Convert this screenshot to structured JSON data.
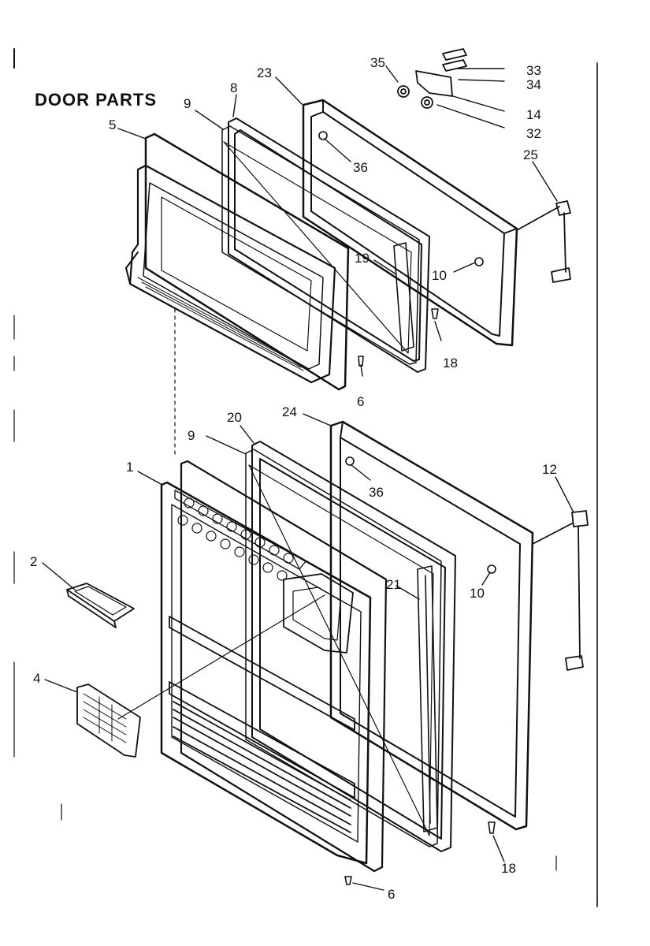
{
  "title": "DOOR PARTS",
  "colors": {
    "line": "#111111",
    "background": "#ffffff"
  },
  "callouts": {
    "c35": "35",
    "c33": "33",
    "c34": "34",
    "c14": "14",
    "c32": "32",
    "c23": "23",
    "c8": "8",
    "c9_top": "9",
    "c5": "5",
    "c36_top": "36",
    "c25": "25",
    "c10_top": "10",
    "c19": "19",
    "c18_top": "18",
    "c6_top": "6",
    "c24": "24",
    "c20": "20",
    "c9_bottom": "9",
    "c1": "1",
    "c36_bottom": "36",
    "c12": "12",
    "c2": "2",
    "c21": "21",
    "c10_bottom": "10",
    "c4": "4",
    "c18_bottom": "18",
    "c6_bottom": "6"
  }
}
